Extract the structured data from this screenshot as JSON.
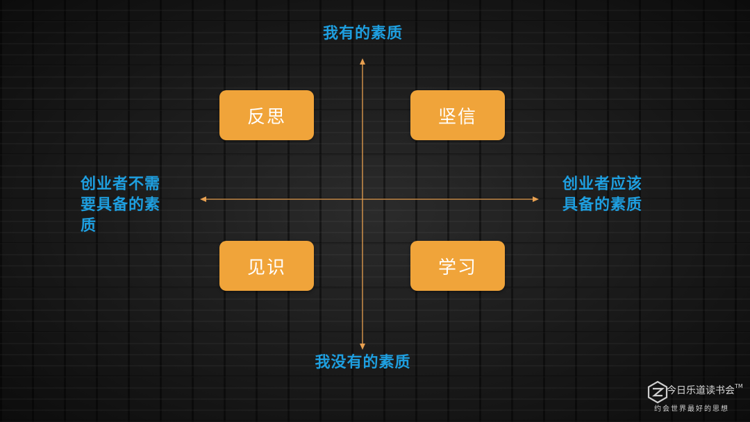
{
  "axis_labels": {
    "top": "我有的素质",
    "bottom": "我没有的素质",
    "left": "创业者不需\n要具备的素\n质",
    "right": "创业者应该\n具备的素质"
  },
  "quadrants": {
    "top_left": "反思",
    "top_right": "坚信",
    "bottom_left": "见识",
    "bottom_right": "学习"
  },
  "logo": {
    "name": "今日乐道读书会",
    "tm": "TM",
    "slogan": "约会世界最好的思想"
  },
  "colors": {
    "axis_label": "#1e9fe0",
    "quadrant_box": "#f0a43a",
    "axis_line": "#e8a050"
  }
}
